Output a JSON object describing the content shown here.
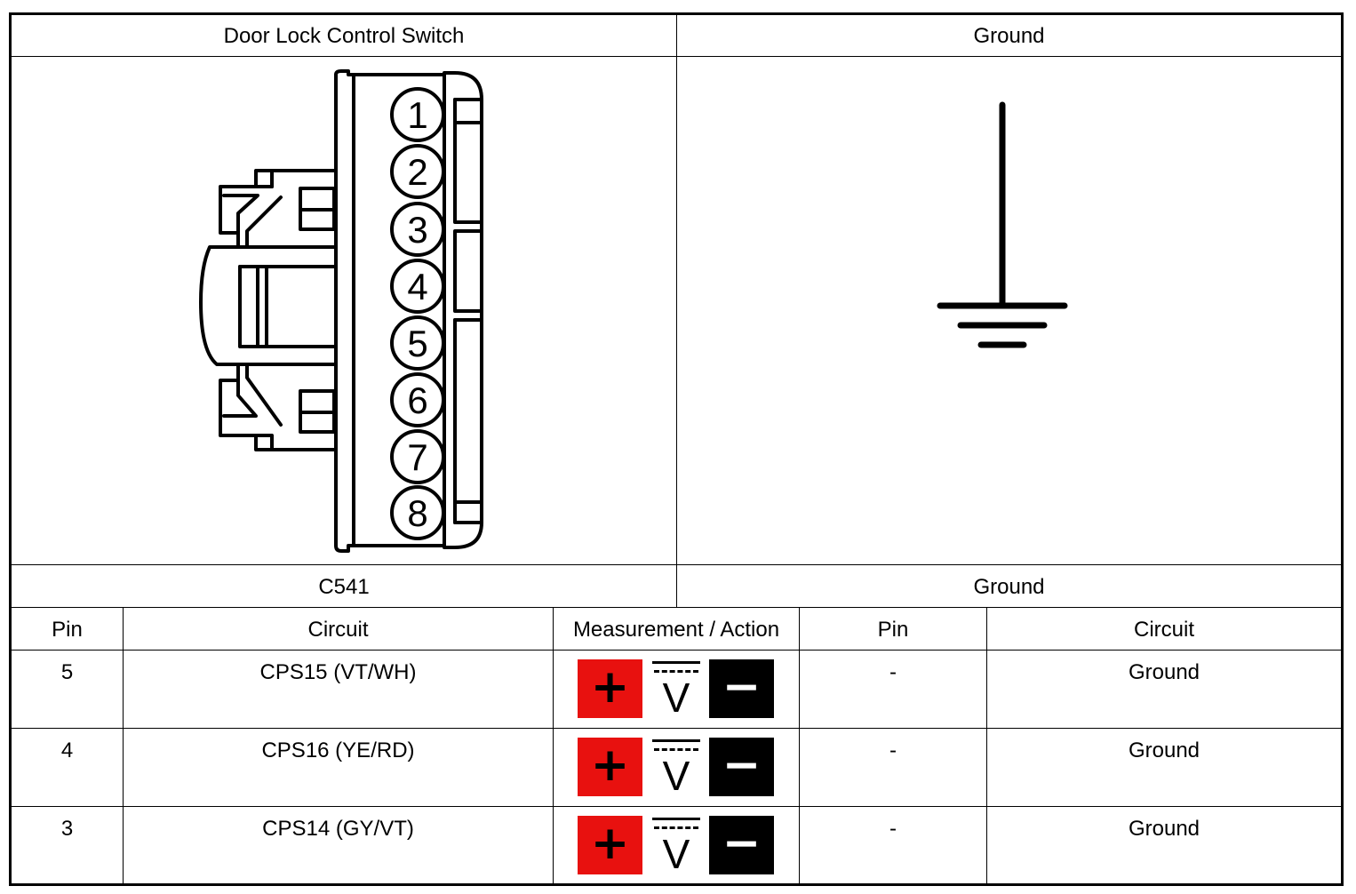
{
  "header": {
    "left_title": "Door Lock Control Switch",
    "right_title": "Ground"
  },
  "connector": {
    "label": "C541",
    "pins": [
      "1",
      "2",
      "3",
      "4",
      "5",
      "6",
      "7",
      "8"
    ]
  },
  "ground": {
    "label": "Ground"
  },
  "table": {
    "headers": [
      "Pin",
      "Circuit",
      "Measurement / Action",
      "Pin",
      "Circuit"
    ],
    "rows": [
      {
        "pin": "5",
        "circuit": "CPS15 (VT/WH)",
        "pin2": "-",
        "circuit2": "Ground"
      },
      {
        "pin": "4",
        "circuit": "CPS16 (YE/RD)",
        "pin2": "-",
        "circuit2": "Ground"
      },
      {
        "pin": "3",
        "circuit": "CPS14 (GY/VT)",
        "pin2": "-",
        "circuit2": "Ground"
      }
    ]
  },
  "meter": {
    "positive_symbol": "+",
    "negative_symbol": "−",
    "voltage_symbol": "V",
    "positive_color": "#e8110f",
    "negative_color": "#000000"
  }
}
